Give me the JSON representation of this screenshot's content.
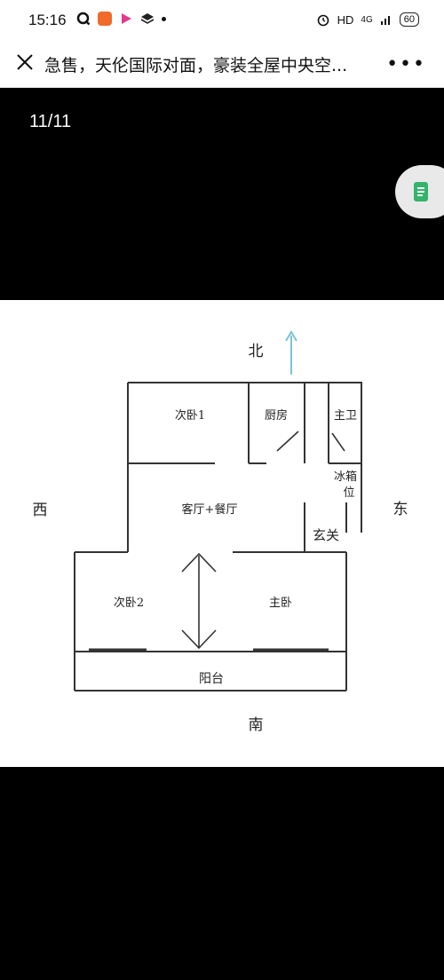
{
  "status_bar": {
    "time": "15:16",
    "network": "HD",
    "signal": "4G",
    "battery": "60",
    "left_icons": [
      "q-app-icon",
      "orange-app-icon",
      "video-app-icon",
      "layers-app-icon"
    ]
  },
  "header": {
    "title": "急售，天伦国际对面，豪装全屋中央空...",
    "close_icon": "close-icon",
    "more_icon": "more-icon"
  },
  "viewer": {
    "counter": "11/11"
  },
  "floor_plan": {
    "compass": {
      "north": "北",
      "south": "南",
      "east": "东",
      "west": "西"
    },
    "rooms": {
      "bedroom2_secondary": "次卧1",
      "kitchen": "厨房",
      "master_bath": "主卫",
      "fridge": [
        "冰箱",
        "位"
      ],
      "living_dining": "客厅+餐厅",
      "entrance": "玄关",
      "bedroom2": "次卧2",
      "master_bedroom": "主卧",
      "balcony": "阳台"
    }
  },
  "colors": {
    "arrow": "#7cc4d6",
    "wall": "#333333",
    "accent_doc": "#35b36b"
  }
}
